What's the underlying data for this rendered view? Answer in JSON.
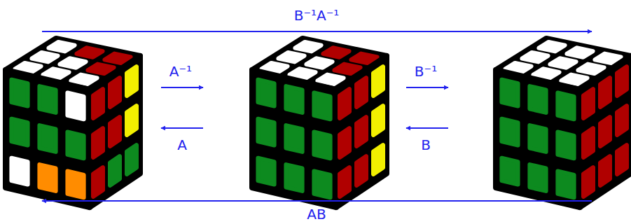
{
  "diagram": {
    "labels": [
      "B⁻¹A⁻¹",
      "A⁻¹",
      "B⁻¹",
      "A",
      "B",
      "AB"
    ]
  }
}
